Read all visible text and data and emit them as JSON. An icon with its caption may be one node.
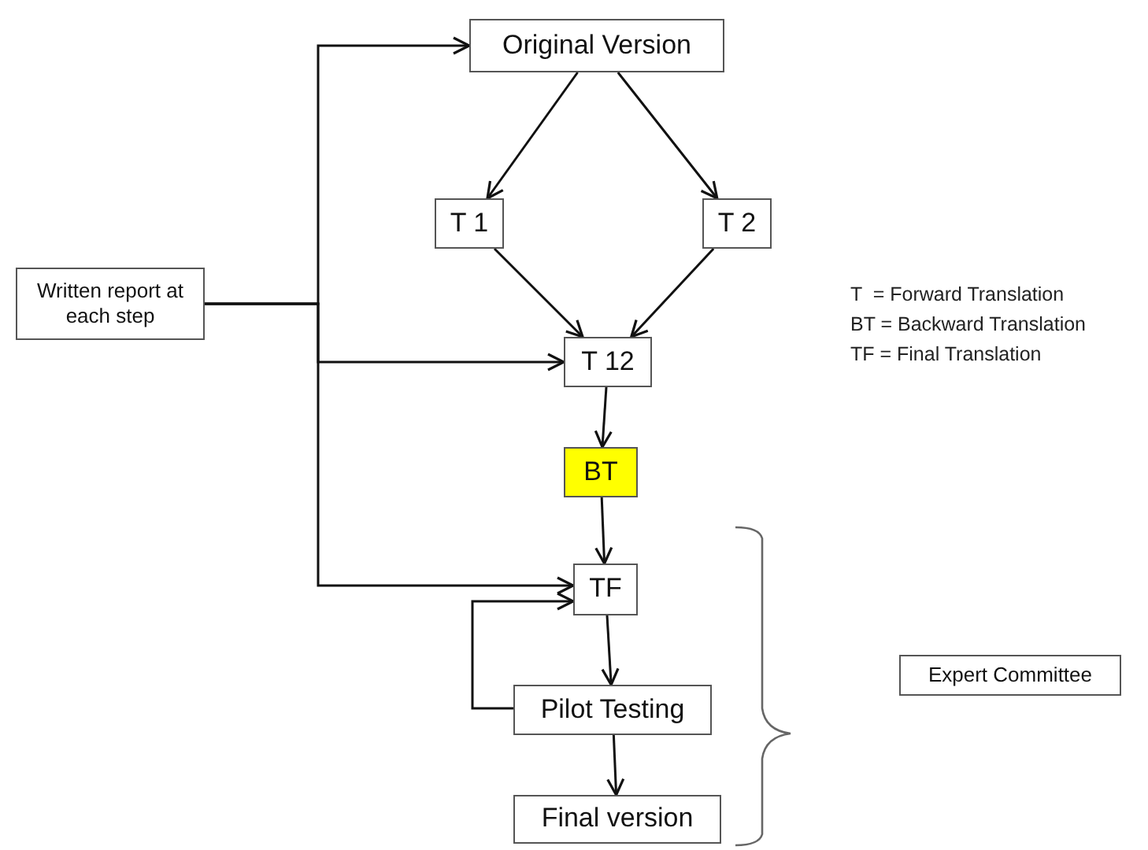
{
  "diagram": {
    "nodes": [
      {
        "text": [
          "Original Version"
        ]
      },
      {
        "text": [
          "T 1"
        ]
      },
      {
        "text": [
          "T 2"
        ]
      },
      {
        "text": [
          "Written report at each step"
        ]
      },
      {
        "text": [
          "T 12"
        ]
      },
      {
        "text": [
          "BT"
        ]
      },
      {
        "text": [
          "TF"
        ]
      },
      {
        "text": [
          "Pilot Testing"
        ]
      },
      {
        "text": [
          "Final version"
        ]
      },
      {
        "text": [
          "Expert Committee"
        ]
      }
    ],
    "edges": [
      {
        "from": 3,
        "to": 0,
        "arrow": "to"
      },
      {
        "from": 3,
        "to": 4,
        "arrow": "to"
      },
      {
        "from": 3,
        "to": 6,
        "arrow": "to"
      },
      {
        "from": 0,
        "to": 1,
        "arrow": "to"
      },
      {
        "from": 0,
        "to": 2,
        "arrow": "to"
      },
      {
        "from": 1,
        "to": 4,
        "arrow": "to"
      },
      {
        "from": 2,
        "to": 4,
        "arrow": "to"
      },
      {
        "from": 4,
        "to": 5,
        "arrow": "to"
      },
      {
        "from": 5,
        "to": 6,
        "arrow": "to"
      },
      {
        "from": 6,
        "to": 7,
        "arrow": "to"
      },
      {
        "from": 7,
        "to": 6,
        "arrow": "to"
      },
      {
        "from": 7,
        "to": 8,
        "arrow": "to"
      }
    ],
    "labels": [
      "T  = Forward Translation",
      "BT = Backward Translation",
      "TF = Final Translation"
    ]
  }
}
